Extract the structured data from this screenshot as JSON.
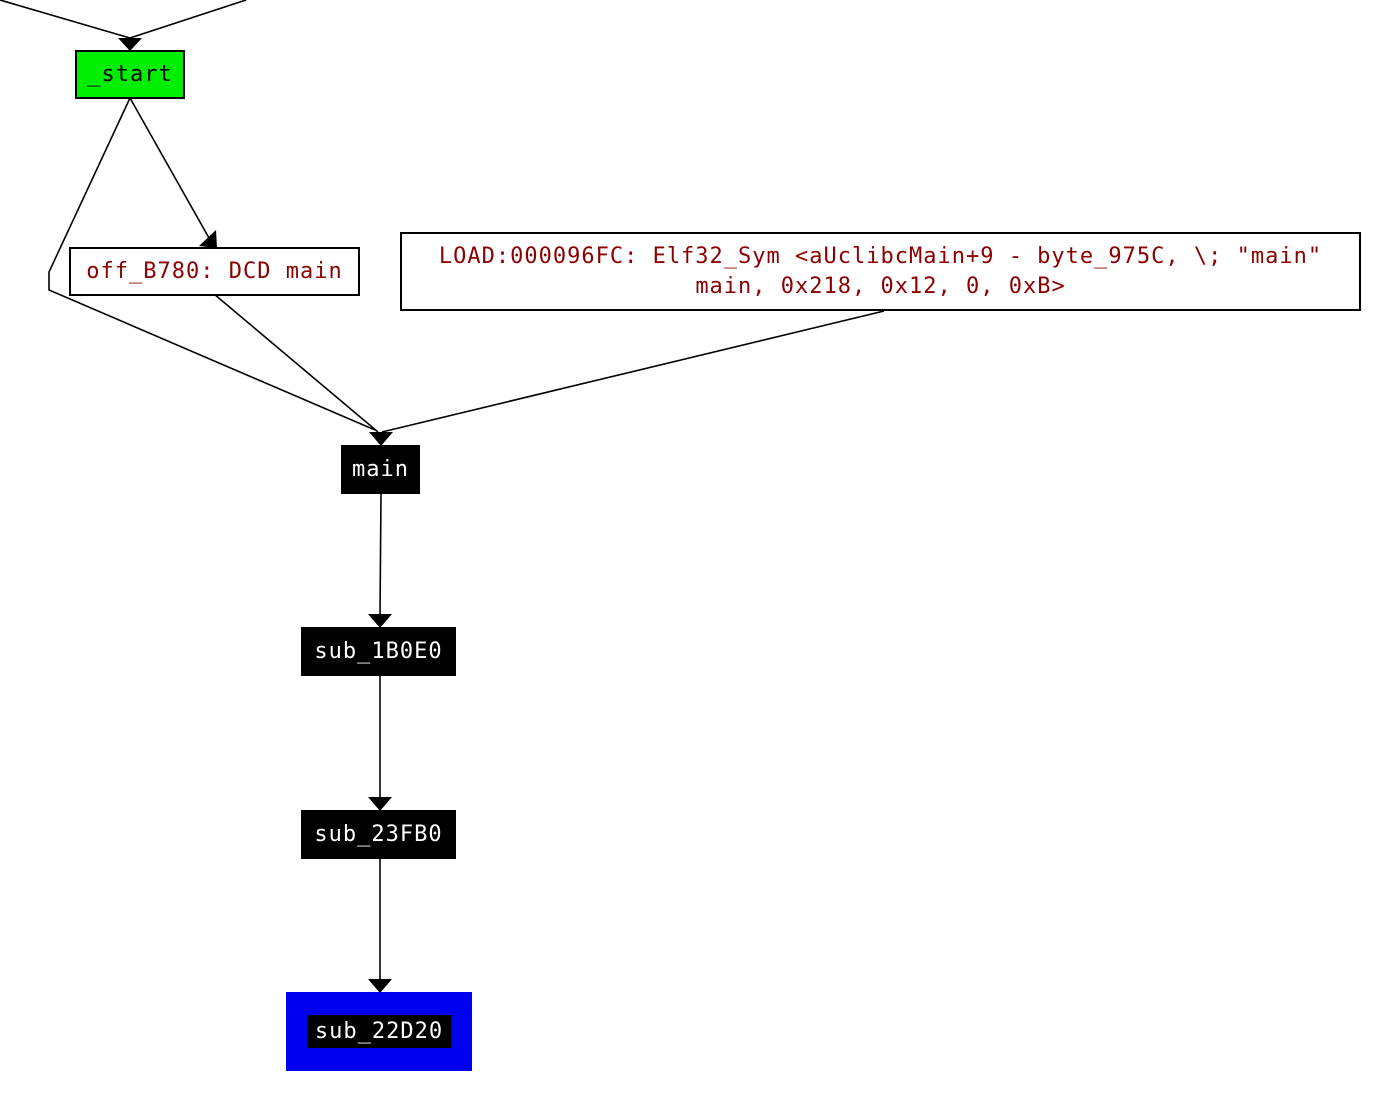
{
  "graph": {
    "nodes": {
      "start": {
        "label": "_start",
        "color": "#00ee00"
      },
      "off_b780": {
        "label": "off_B780: DCD main",
        "text_color": "#8b0000"
      },
      "load_sym": {
        "line1": "LOAD:000096FC: Elf32_Sym <aUclibcMain+9 - byte_975C, \\; \"main\"",
        "line2": "main, 0x218, 0x12, 0, 0xB>",
        "text_color": "#8b0000"
      },
      "main": {
        "label": "main"
      },
      "sub_1b0e0": {
        "label": "sub_1B0E0"
      },
      "sub_23fb0": {
        "label": "sub_23FB0"
      },
      "sub_22d20": {
        "label": "sub_22D20",
        "highlight_color": "#0000ee"
      }
    }
  }
}
